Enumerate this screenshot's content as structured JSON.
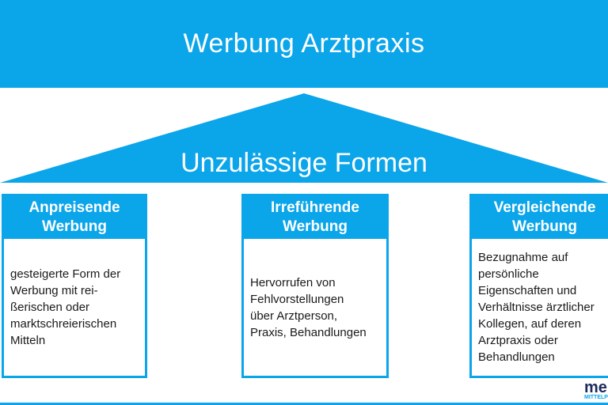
{
  "title": "Werbung Arztpraxis",
  "roof_label": "Unzulässige Formen",
  "accent_color": "#0ba5ea",
  "boxes": [
    {
      "title": "Anpreisende Werbung",
      "text": "gesteigerte Form der\nWerbung mit rei-\nßerischen oder\nmarktschreierischen\nMitteln"
    },
    {
      "title": "Irreführende Werbung",
      "text": "Hervorrufen von\nFehlvorstellungen\nüber Arztperson,\nPraxis, Behandlungen"
    },
    {
      "title": "Vergleichende Werbung",
      "text": "Bezugnahme auf\npersönliche\nEigenschaften und\nVerhältnisse ärztlicher\nKollegen, auf deren\nArztpraxis oder\nBehandlungen"
    }
  ],
  "logo": {
    "mark": "me",
    "subtitle": "MITTELP"
  }
}
